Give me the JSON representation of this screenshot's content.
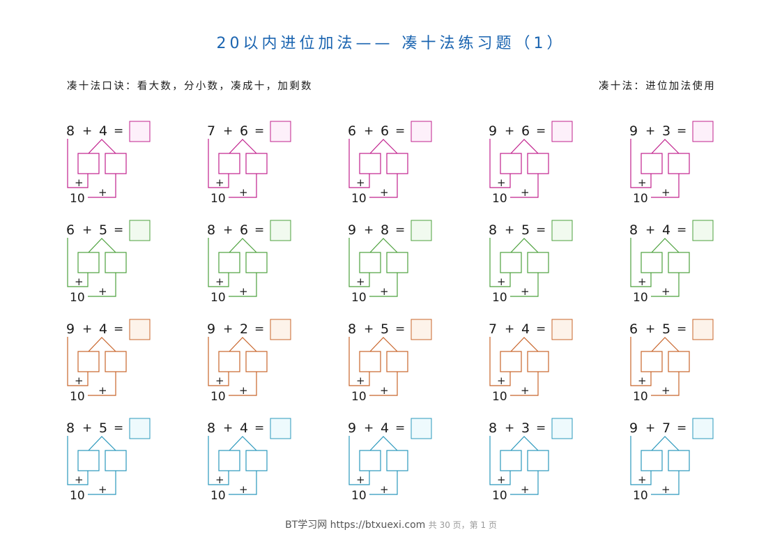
{
  "title": "20以内进位加法—— 凑十法练习题（1）",
  "rhyme": "凑十法口诀：看大数，分小数，凑成十，加剩数",
  "usage": "凑十法：进位加法使用",
  "row_colors": [
    "#c0208c",
    "#4ca03c",
    "#c8642a",
    "#2a98bc"
  ],
  "answer_fills": [
    "#fdf0fa",
    "#f1faef",
    "#fdf3ea",
    "#eefafd"
  ],
  "ten_label": "10",
  "plus_sign": "+",
  "equals_sign": "=",
  "problems": [
    [
      {
        "a": "8",
        "b": "4"
      },
      {
        "a": "7",
        "b": "6"
      },
      {
        "a": "6",
        "b": "6"
      },
      {
        "a": "9",
        "b": "6"
      },
      {
        "a": "9",
        "b": "3"
      }
    ],
    [
      {
        "a": "6",
        "b": "5"
      },
      {
        "a": "8",
        "b": "6"
      },
      {
        "a": "9",
        "b": "8"
      },
      {
        "a": "8",
        "b": "5"
      },
      {
        "a": "8",
        "b": "4"
      }
    ],
    [
      {
        "a": "9",
        "b": "4"
      },
      {
        "a": "9",
        "b": "2"
      },
      {
        "a": "8",
        "b": "5"
      },
      {
        "a": "7",
        "b": "4"
      },
      {
        "a": "6",
        "b": "5"
      }
    ],
    [
      {
        "a": "8",
        "b": "5"
      },
      {
        "a": "8",
        "b": "4"
      },
      {
        "a": "9",
        "b": "4"
      },
      {
        "a": "8",
        "b": "3"
      },
      {
        "a": "9",
        "b": "7"
      }
    ]
  ],
  "footer": {
    "site": "BT学习网 https://btxuexi.com",
    "ghost_text": "共 30 页，第 1 页"
  }
}
